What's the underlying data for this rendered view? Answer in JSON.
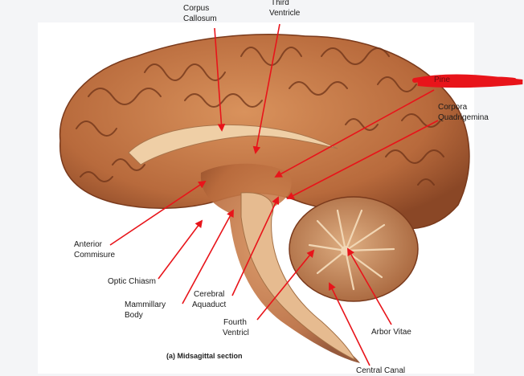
{
  "labels": {
    "corpus_callosum_1": "Corpus",
    "corpus_callosum_2": "Callosum",
    "third_ventricle_1": "Third",
    "third_ventricle_2": "Ventricle",
    "pineal_partial": "Pine",
    "corpora_quadrigemina_1": "Corpora",
    "corpora_quadrigemina_2": "Quadrigemina",
    "anterior_commisure_1": "Anterior",
    "anterior_commisure_2": "Commisure",
    "optic_chiasm": "Optic Chiasm",
    "mammillary_body_1": "Mammillary",
    "mammillary_body_2": "Body",
    "cerebral_aquaduct_1": "Cerebral",
    "cerebral_aquaduct_2": "Aquaduct",
    "fourth_ventricle_1": "Fourth",
    "fourth_ventricle_2": "Ventricl",
    "arbor_vitae": "Arbor Vitae",
    "central_canal": "Central Canal"
  },
  "caption": "(a) Midsagittal section",
  "colors": {
    "arrow": "#e8141a",
    "cortex": "#b86a3c",
    "cortex_dark": "#7a3a1c",
    "white_matter": "#e2b78e",
    "cerebellum": "#c98556"
  }
}
